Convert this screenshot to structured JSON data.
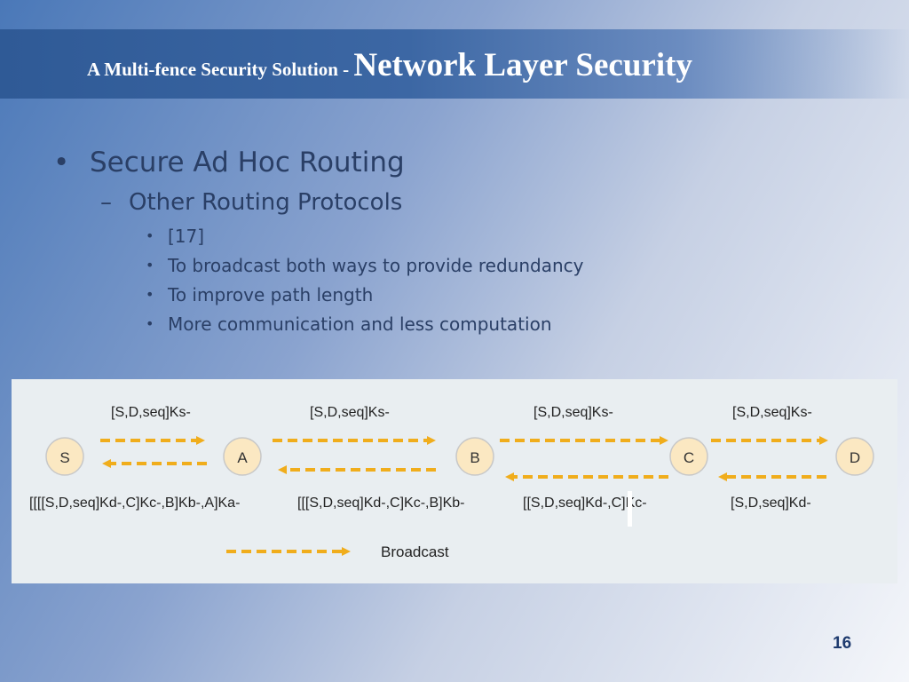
{
  "slide": {
    "title_prefix": "A Multi-fence Security Solution - ",
    "title_main": "Network Layer Security",
    "page_number": "16"
  },
  "bullets": {
    "level1": "Secure Ad Hoc Routing",
    "level2": "Other Routing Protocols",
    "level3": [
      "[17]",
      "To broadcast both ways to provide redundancy",
      "To improve path length",
      "More communication and less computation"
    ]
  },
  "diagram": {
    "nodes": [
      "S",
      "A",
      "B",
      "C",
      "D"
    ],
    "top_labels": [
      "[S,D,seq]Ks-",
      "[S,D,seq]Ks-",
      "[S,D,seq]Ks-",
      "[S,D,seq]Ks-"
    ],
    "bottom_labels": [
      "[[[[S,D,seq]Kd-,C]Kc-,B]Kb-,A]Ka-",
      "[[[S,D,seq]Kd-,C]Kc-,B]Kb-",
      "[[S,D,seq]Kd-,C]Kc-",
      "[S,D,seq]Kd-"
    ],
    "legend_label": "Broadcast",
    "arrow_color": "#f0ad1c",
    "node_fill": "#fbe8c2",
    "node_stroke": "#c8c8c8"
  }
}
